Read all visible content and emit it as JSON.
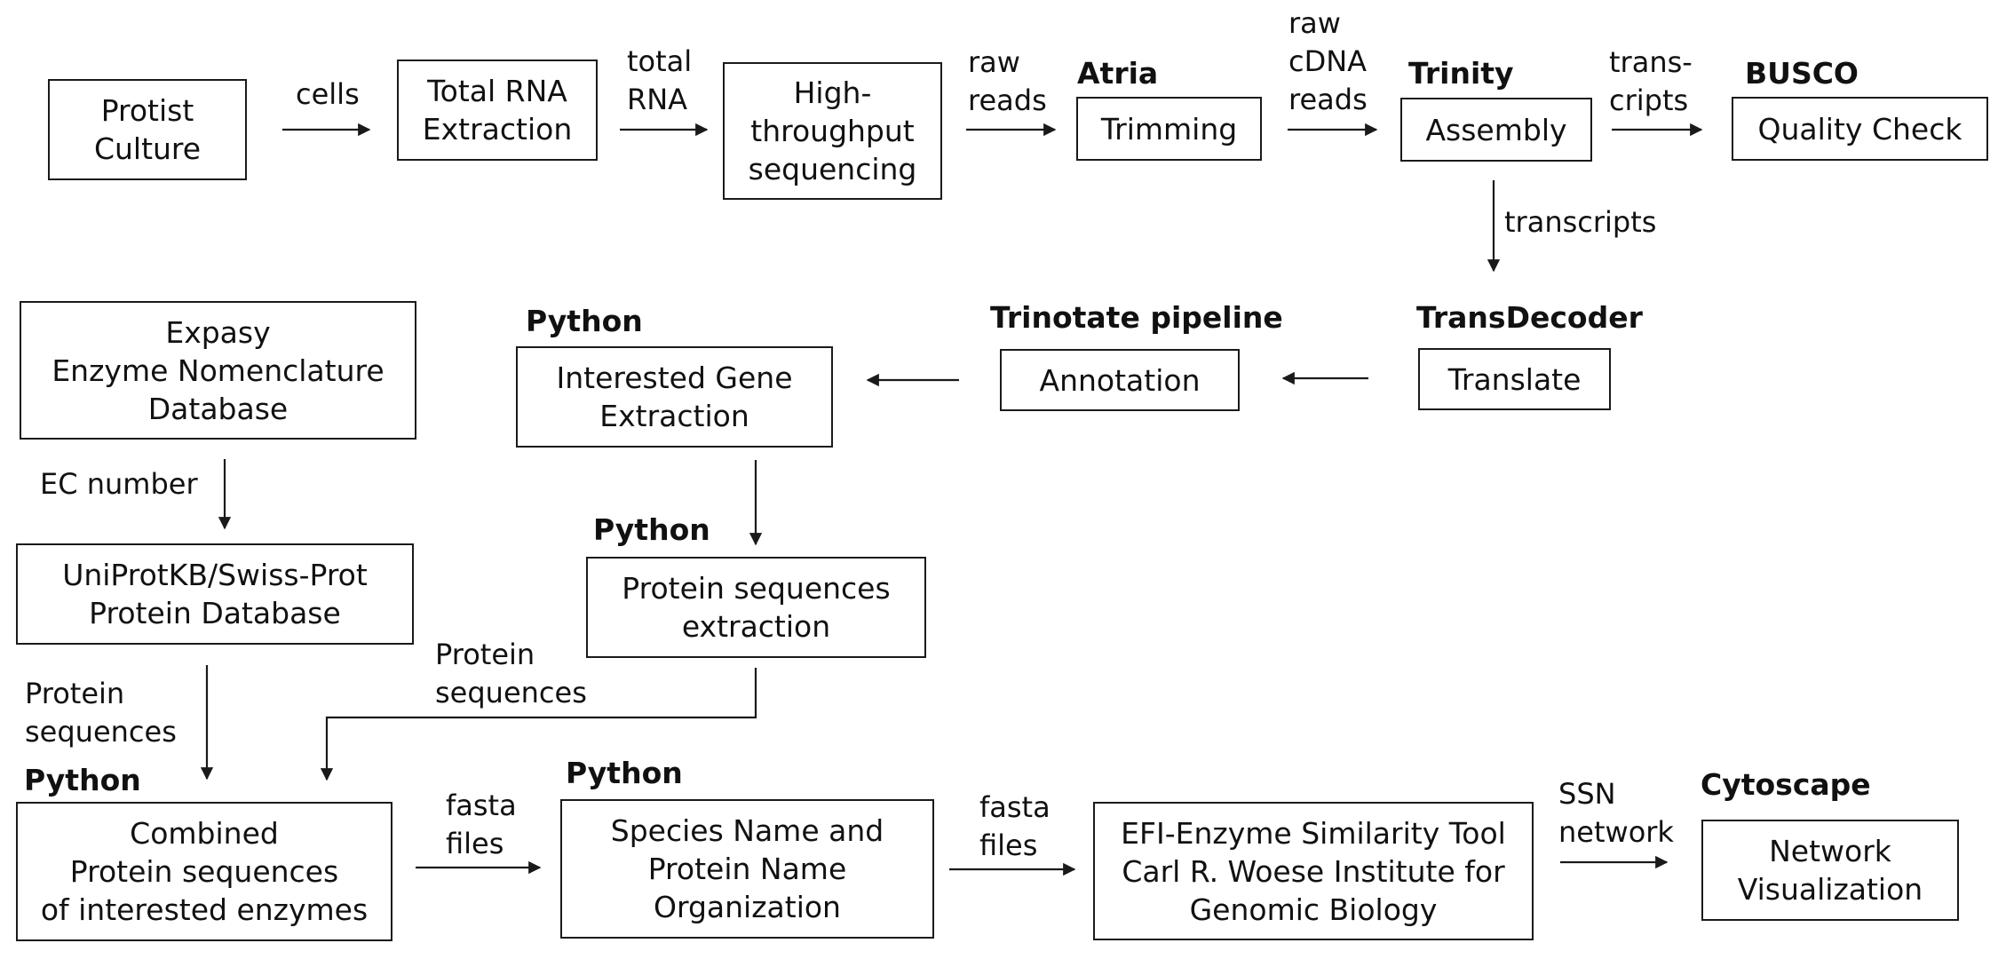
{
  "nodes": {
    "protist_culture": {
      "text": "Protist\nCulture"
    },
    "total_rna_extraction": {
      "text": "Total RNA\nExtraction"
    },
    "high_throughput_sequencing": {
      "text": "High-\nthroughput\nsequencing"
    },
    "trimming": {
      "text": "Trimming",
      "tool": "Atria"
    },
    "assembly": {
      "text": "Assembly",
      "tool": "Trinity"
    },
    "quality_check": {
      "text": "Quality Check",
      "tool": "BUSCO"
    },
    "translate": {
      "text": "Translate",
      "tool": "TransDecoder"
    },
    "annotation": {
      "text": "Annotation",
      "tool": "Trinotate pipeline"
    },
    "interested_gene_extraction": {
      "text": "Interested Gene\nExtraction",
      "tool": "Python"
    },
    "expasy_database": {
      "text": "Expasy\nEnzyme Nomenclature\nDatabase"
    },
    "uniprot_database": {
      "text": "UniProtKB/Swiss-Prot\nProtein Database"
    },
    "protein_sequences_extraction": {
      "text": "Protein sequences\nextraction",
      "tool": "Python"
    },
    "combined_protein_sequences": {
      "text": "Combined\nProtein sequences\nof interested enzymes",
      "tool": "Python"
    },
    "species_name_organization": {
      "text": "Species Name and\nProtein Name\nOrganization",
      "tool": "Python"
    },
    "efi_enzyme_similarity_tool": {
      "text": "EFI-Enzyme Similarity Tool\nCarl R. Woese Institute for\nGenomic Biology"
    },
    "network_visualization": {
      "text": "Network\nVisualization",
      "tool": "Cytoscape"
    }
  },
  "edges": {
    "cells": "cells",
    "total_rna": "total\nRNA",
    "raw_reads": "raw\nreads",
    "raw_cdna_reads": "raw\ncDNA\nreads",
    "transcripts_qc": "trans-\ncripts",
    "transcripts_down": "transcripts",
    "ec_number": "EC number",
    "protein_sequences_uniprot": "Protein\nsequences",
    "protein_sequences_extracted": "Protein\nsequences",
    "fasta_files_1": "fasta\nfiles",
    "fasta_files_2": "fasta\nfiles",
    "ssn_network": "SSN\nnetwork"
  }
}
